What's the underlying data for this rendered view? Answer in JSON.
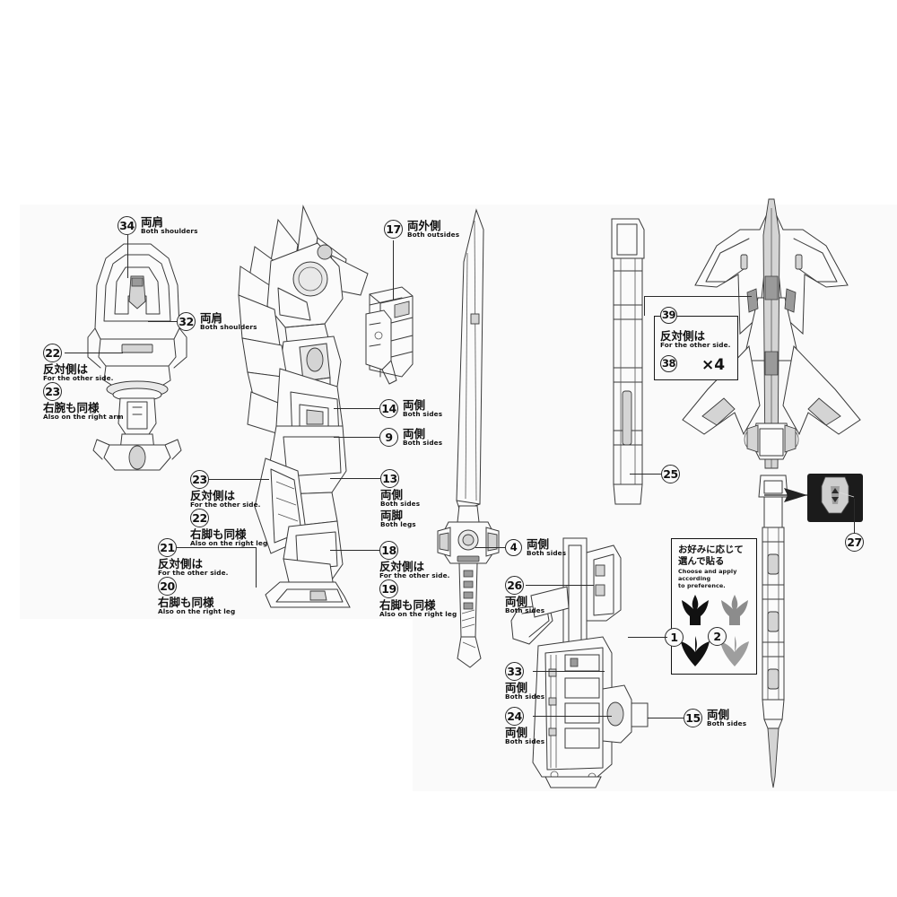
{
  "document": {
    "type": "model-kit-instruction-sheet",
    "title": "Sticker / Decal Application Diagram",
    "background_color": "#ffffff",
    "panel_color": "#fafafa",
    "line_color": "#3a3a3a"
  },
  "text": {
    "both_shoulders_jp": "両肩",
    "both_shoulders_en": "Both shoulders",
    "both_outsides_jp": "両外側",
    "both_outsides_en": "Both outsides",
    "both_sides_jp": "両側",
    "both_sides_en": "Both sides",
    "both_legs_jp": "両脚",
    "both_legs_en": "Both legs",
    "other_side_jp": "反対側は",
    "other_side_en": "For the other side.",
    "right_arm_jp": "右腕も同様",
    "right_arm_en": "Also on the right arm",
    "right_leg_jp": "右脚も同様",
    "right_leg_en": "Also on the right leg",
    "times_four": "×4"
  },
  "callouts": [
    {
      "id": "34",
      "number": "34",
      "jp": "両肩",
      "en": "Both shoulders"
    },
    {
      "id": "32",
      "number": "32",
      "jp": "両肩",
      "en": "Both shoulders"
    },
    {
      "id": "22a",
      "number": "22",
      "jp": "反対側は",
      "en": "For the other side."
    },
    {
      "id": "23a",
      "number": "23",
      "jp": "右腕も同様",
      "en": "Also on the right arm"
    },
    {
      "id": "17",
      "number": "17",
      "jp": "両外側",
      "en": "Both outsides"
    },
    {
      "id": "14",
      "number": "14",
      "jp": "両側",
      "en": "Both sides"
    },
    {
      "id": "9",
      "number": "9",
      "jp": "両側",
      "en": "Both sides"
    },
    {
      "id": "13",
      "number": "13",
      "jp": "両側",
      "en": "Both sides",
      "jp2": "両脚",
      "en2": "Both legs"
    },
    {
      "id": "23b",
      "number": "23",
      "jp": "反対側は",
      "en": "For the other side."
    },
    {
      "id": "22b",
      "number": "22",
      "jp": "右脚も同様",
      "en": "Also on the right leg"
    },
    {
      "id": "21",
      "number": "21",
      "jp": "反対側は",
      "en": "For the other side."
    },
    {
      "id": "20",
      "number": "20",
      "jp": "右脚も同様",
      "en": "Also on the right leg"
    },
    {
      "id": "18",
      "number": "18",
      "jp": "反対側は",
      "en": "For the other side."
    },
    {
      "id": "19",
      "number": "19",
      "jp": "右脚も同様",
      "en": "Also on the right leg"
    },
    {
      "id": "4",
      "number": "4",
      "jp": "両側",
      "en": "Both sides"
    },
    {
      "id": "26",
      "number": "26",
      "jp": "両側",
      "en": "Both sides"
    },
    {
      "id": "33",
      "number": "33",
      "jp": "両側",
      "en": "Both sides"
    },
    {
      "id": "24",
      "number": "24",
      "jp": "両側",
      "en": "Both sides"
    },
    {
      "id": "15",
      "number": "15",
      "jp": "両側",
      "en": "Both sides"
    },
    {
      "id": "25",
      "number": "25",
      "jp": "",
      "en": ""
    },
    {
      "id": "27",
      "number": "27",
      "jp": "",
      "en": ""
    },
    {
      "id": "39",
      "number": "39",
      "jp": "反対側は",
      "en": "For the other side."
    },
    {
      "id": "38",
      "number": "38",
      "jp": "",
      "en": "",
      "qty": "×4"
    },
    {
      "id": "1",
      "number": "1",
      "jp": "",
      "en": ""
    },
    {
      "id": "2",
      "number": "2",
      "jp": "",
      "en": ""
    }
  ],
  "decal_box": {
    "jp_line1": "お好みに応じて",
    "jp_line2": "選んで貼る",
    "en_line1": "Choose and apply",
    "en_line2": "according",
    "en_line3": "to preference.",
    "option_1": "1",
    "option_2": "2",
    "emblem_colors": [
      "#111111",
      "#8c8c8c",
      "#111111",
      "#9e9e9e"
    ]
  },
  "quantity_box": {
    "number_top": "39",
    "jp": "反対側は",
    "en": "For the other side.",
    "number_bottom": "38",
    "quantity": "×4"
  },
  "parts": [
    {
      "name": "shoulder-armor-front-view",
      "view": "front"
    },
    {
      "name": "mecha-torso-side-view",
      "view": "side"
    },
    {
      "name": "shoulder-shield-part",
      "view": "iso"
    },
    {
      "name": "katana-blade",
      "view": "side"
    },
    {
      "name": "katana-hilt",
      "view": "front"
    },
    {
      "name": "rifle-weapon",
      "view": "side"
    },
    {
      "name": "lance-shaft",
      "view": "front"
    },
    {
      "name": "winged-lance-head",
      "view": "front"
    },
    {
      "name": "lance-tip",
      "view": "front"
    }
  ]
}
